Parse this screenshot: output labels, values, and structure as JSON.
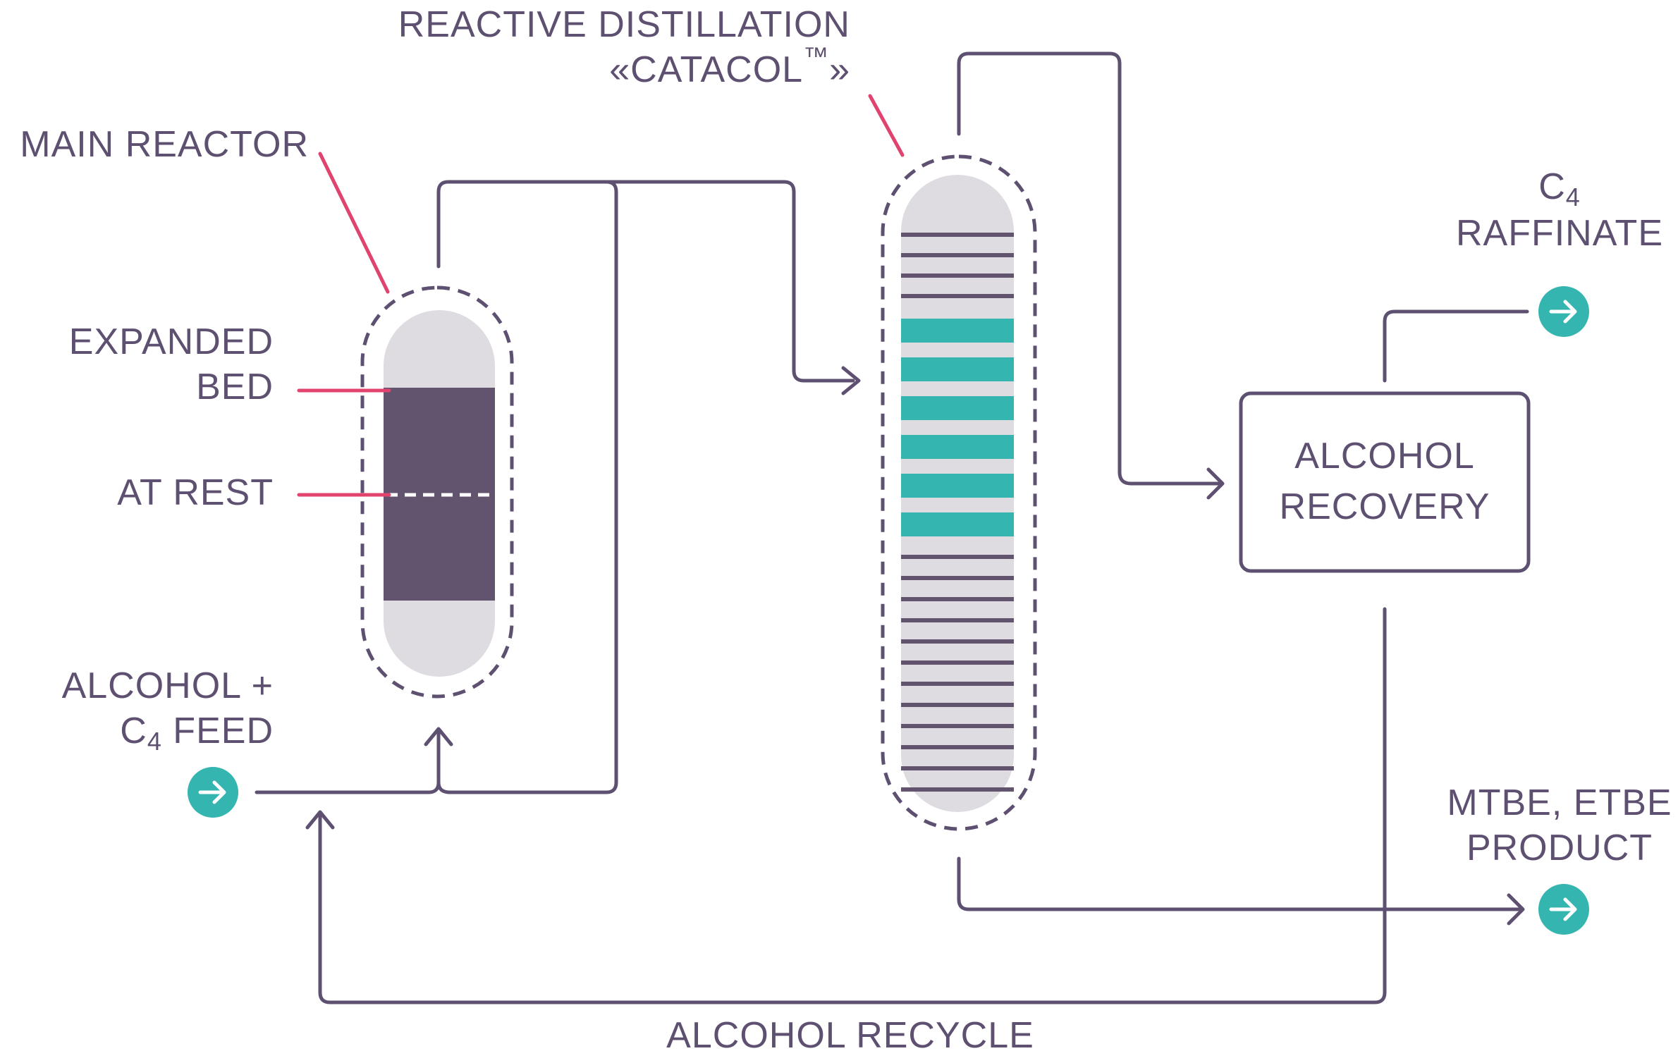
{
  "labels": {
    "reactive_distillation_line1": "REACTIVE DISTILLATION",
    "reactive_distillation_line2": "«CATACOL",
    "trademark": "™",
    "reactive_distillation_close": "»",
    "main_reactor": "MAIN REACTOR",
    "expanded_bed_line1": "EXPANDED",
    "expanded_bed_line2": "BED",
    "at_rest": "AT REST",
    "feed_line1": "ALCOHOL +",
    "feed_c": "C",
    "feed_sub": "4",
    "feed_rest": " FEED",
    "raffinate_c": "C",
    "raffinate_sub": "4",
    "raffinate_line2": "RAFFINATE",
    "alcohol_recovery_line1": "ALCOHOL",
    "alcohol_recovery_line2": "RECOVERY",
    "product_line1": "MTBE, ETBE",
    "product_line2": "PRODUCT",
    "alcohol_recycle": "ALCOHOL RECYCLE"
  },
  "colors": {
    "line": "#5e5070",
    "leader": "#e0436e",
    "teal": "#34b5b0",
    "vessel_fill": "#dedce1",
    "bed_fill": "#62536e"
  },
  "icons": {
    "feed": "arrow-right-circle-icon",
    "raffinate": "arrow-right-circle-icon",
    "product": "arrow-right-circle-icon"
  }
}
